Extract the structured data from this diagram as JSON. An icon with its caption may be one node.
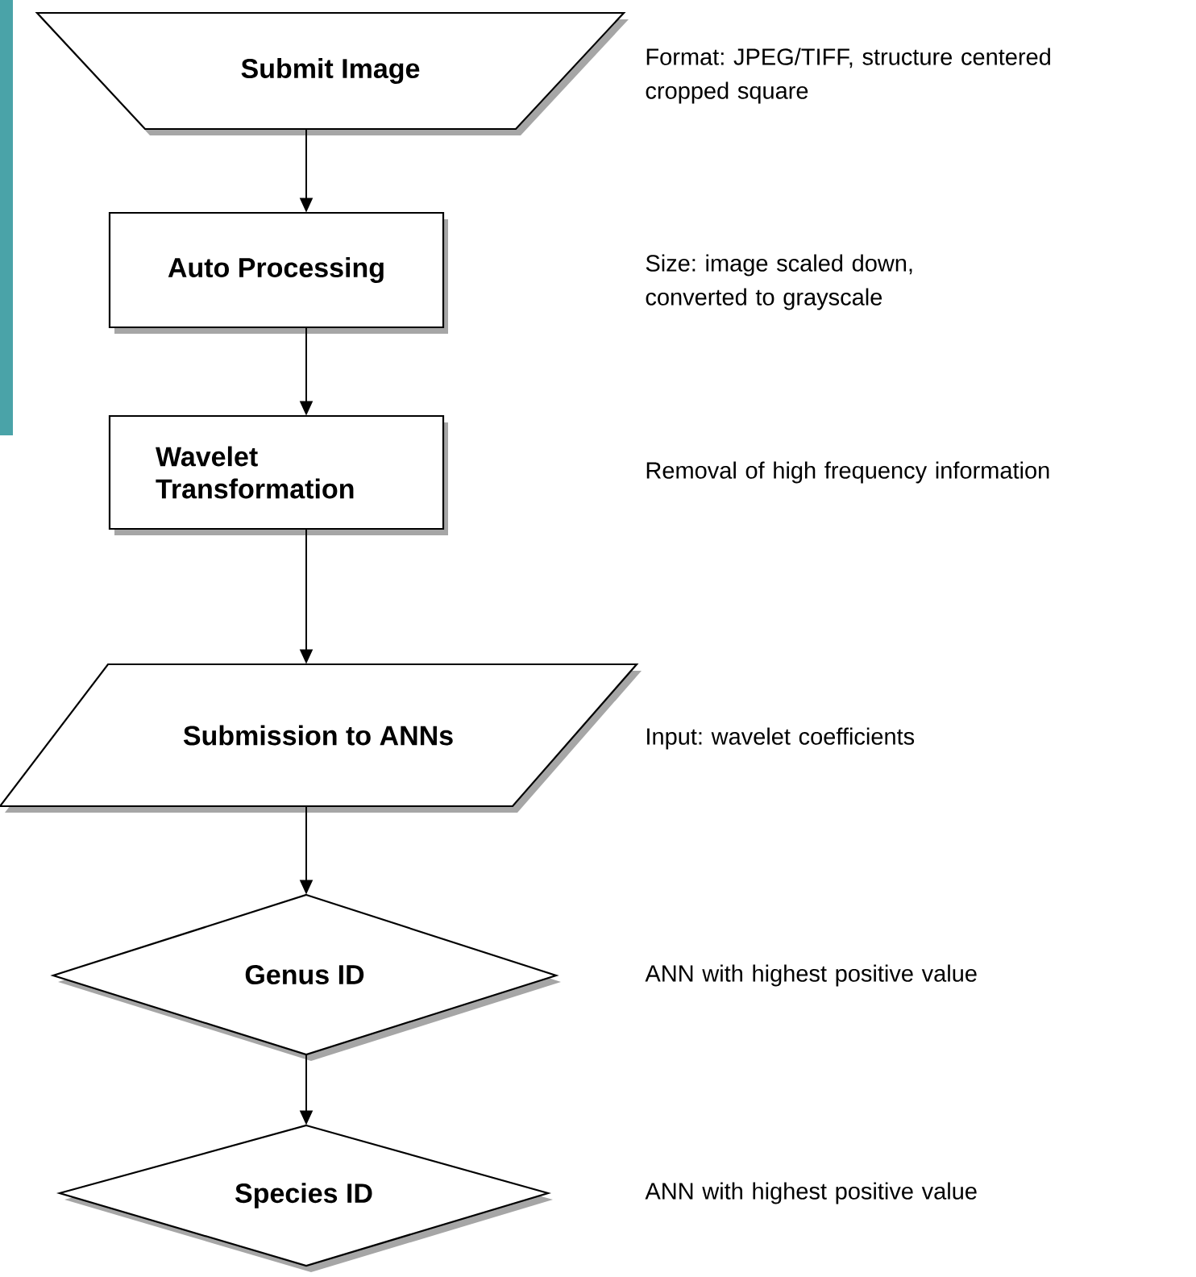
{
  "diagram": {
    "nodes": [
      {
        "text": [
          "Submit Image"
        ]
      },
      {
        "text": [
          "Auto Processing"
        ]
      },
      {
        "text": [
          "Wavelet Transformation"
        ]
      },
      {
        "text": [
          "Submission to ANNs"
        ]
      },
      {
        "text": [
          "Genus ID"
        ]
      },
      {
        "text": [
          "Species ID"
        ]
      }
    ],
    "edges": [
      {
        "from": 0,
        "to": 1,
        "arrow": "to"
      },
      {
        "from": 1,
        "to": 2,
        "arrow": "to"
      },
      {
        "from": 2,
        "to": 3,
        "arrow": "to"
      },
      {
        "from": 3,
        "to": 4,
        "arrow": "to"
      },
      {
        "from": 4,
        "to": 5,
        "arrow": "to"
      }
    ],
    "labels": [
      "Format: JPEG/TIFF, structure centered cropped square",
      "Size: image scaled down, converted to grayscale",
      "Removal of high frequency information",
      "Input: wavelet coefficients",
      "ANN with highest positive value",
      "ANN with highest positive value"
    ]
  }
}
